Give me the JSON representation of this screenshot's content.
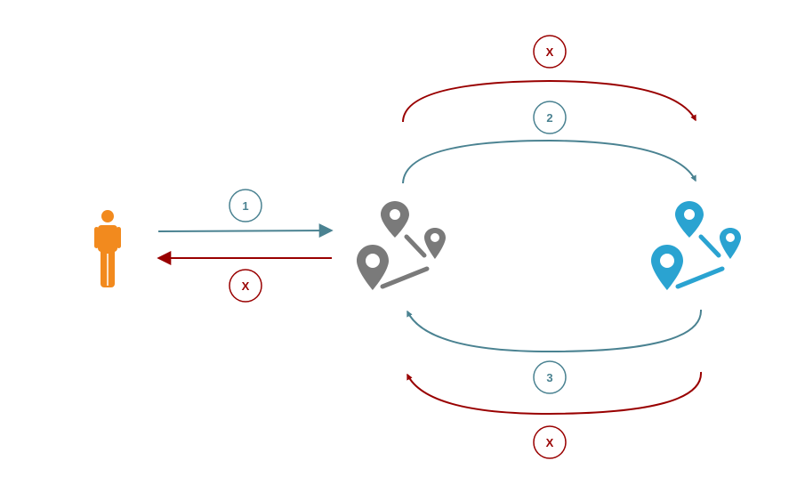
{
  "colors": {
    "teal": "#4a8291",
    "red": "#990000",
    "orange": "#f28a1e",
    "gray": "#7a7a7a",
    "blue": "#2aa3d1"
  },
  "icons": {
    "actor": "person-icon",
    "local_node": "map-pins-icon",
    "remote_node": "map-pins-icon"
  },
  "labels": {
    "step_1": "1",
    "error_client": "X",
    "step_2": "2",
    "error_top": "X",
    "step_3": "3",
    "error_bottom": "X"
  }
}
